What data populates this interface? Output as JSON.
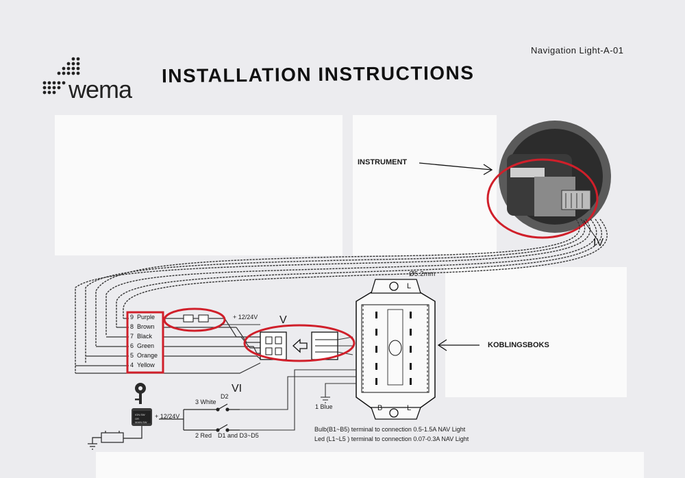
{
  "header": {
    "doc_code": "Navigation  Light-A-01",
    "title": "INSTALLATION INSTRUCTIONS",
    "logo_text": "wema"
  },
  "labels": {
    "instrument": "INSTRUMENT",
    "koblingsboks": "KOBLINGSBOKS",
    "roman_iv": "IV",
    "roman_v": "V",
    "roman_vi": "VI",
    "hole_dia": "Ø5.2mm",
    "supply_top": "+ 12/24V",
    "supply_bottom": "+ 12/24V",
    "blue": "1  Blue",
    "white": "3  White",
    "d2": "D2",
    "red": "2  Red",
    "d1_d5": "D1 and D3~D5",
    "note_bulb": "Bulb(B1~B5)  terminal to connection 0.5-1.5A NAV Light",
    "note_led": "Led (L1~L5 )  terminal to connection  0.07-0.3A NAV Light",
    "box_b": "B",
    "box_l": "L",
    "box_l_top": "L"
  },
  "wire_table": [
    {
      "num": "9",
      "color": "Purple"
    },
    {
      "num": "8",
      "color": "Brown"
    },
    {
      "num": "7",
      "color": "Black"
    },
    {
      "num": "6",
      "color": "Green"
    },
    {
      "num": "5",
      "color": "Orange"
    },
    {
      "num": "4",
      "color": "Yellow"
    }
  ],
  "colors": {
    "highlight_red": "#d01f2a",
    "ink": "#1a1a1a"
  }
}
